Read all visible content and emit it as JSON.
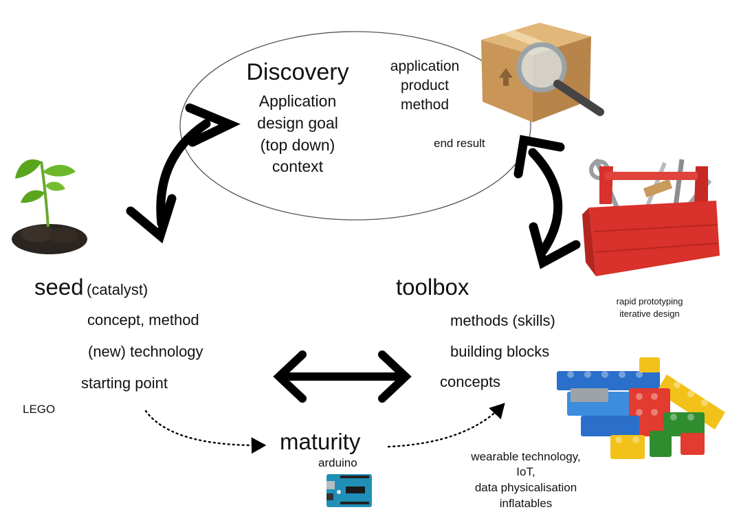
{
  "discovery": {
    "title": "Discovery",
    "lines": [
      "Application",
      "design goal",
      "(top down)",
      "context"
    ],
    "outputs": [
      "application",
      "product",
      "method"
    ],
    "end_result": "end result"
  },
  "seed": {
    "title": "seed",
    "subtitle": "(catalyst)",
    "items": [
      "concept, method",
      "(new) technology",
      "starting point"
    ],
    "example": "LEGO"
  },
  "toolbox": {
    "title": "toolbox",
    "items": [
      "methods (skills)",
      "building blocks",
      "concepts"
    ],
    "notes": [
      "rapid prototyping",
      "iterative design"
    ],
    "examples": [
      "wearable technology,",
      "IoT,",
      "data physicalisation",
      "inflatables"
    ]
  },
  "maturity": {
    "title": "maturity",
    "example": "arduino"
  },
  "colors": {
    "arrow": "#000000",
    "toolbox_red": "#d9312b",
    "box_brown": "#c89a5c",
    "plant_green": "#5aa51e",
    "arduino_blue": "#1f8fb8"
  },
  "icons": [
    "box-with-magnifier-icon",
    "seedling-icon",
    "red-toolbox-icon",
    "lego-bricks-icon",
    "arduino-board-icon"
  ]
}
